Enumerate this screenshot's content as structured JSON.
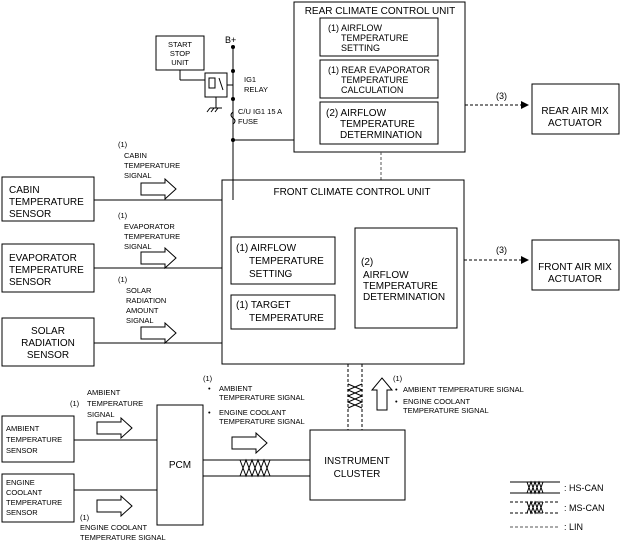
{
  "rear_unit": {
    "title": "REAR CLIMATE CONTROL UNIT",
    "box1": [
      "(1) AIRFLOW",
      "TEMPERATURE",
      "SETTING"
    ],
    "box2": [
      "(1) REAR EVAPORATOR",
      "TEMPERATURE",
      "CALCULATION"
    ],
    "box3": [
      "(2) AIRFLOW",
      "TEMPERATURE",
      "DETERMINATION"
    ]
  },
  "front_unit": {
    "title": "FRONT CLIMATE CONTROL UNIT",
    "box1": [
      "(1) AIRFLOW",
      "TEMPERATURE",
      "SETTING"
    ],
    "box2": [
      "(1) TARGET",
      "TEMPERATURE"
    ],
    "box3": [
      "(2)",
      "AIRFLOW",
      "TEMPERATURE",
      "DETERMINATION"
    ]
  },
  "power": {
    "start_stop": [
      "START",
      "STOP",
      "UNIT"
    ],
    "bplus": "B+",
    "relay": [
      "IG1",
      "RELAY"
    ],
    "fuse": [
      "C/U IG1 15 A",
      "FUSE"
    ]
  },
  "sensors": {
    "cabin": [
      "CABIN",
      "TEMPERATURE",
      "SENSOR"
    ],
    "evaporator": [
      "EVAPORATOR",
      "TEMPERATURE",
      "SENSOR"
    ],
    "solar": [
      "SOLAR",
      "RADIATION",
      "SENSOR"
    ],
    "ambient": [
      "AMBIENT",
      "TEMPERATURE",
      "SENSOR"
    ],
    "coolant": [
      "ENGINE",
      "COOLANT",
      "TEMPERATURE",
      "SENSOR"
    ]
  },
  "signals": {
    "cabin": [
      "(1)",
      "CABIN",
      "TEMPERATURE",
      "SIGNAL"
    ],
    "evaporator": [
      "(1)",
      "EVAPORATOR",
      "TEMPERATURE",
      "SIGNAL"
    ],
    "solar": [
      "(1)",
      "SOLAR",
      "RADIATION",
      "AMOUNT",
      "SIGNAL"
    ],
    "ambient": [
      "(1)",
      "AMBIENT",
      "TEMPERATURE",
      "SIGNAL"
    ],
    "coolant": [
      "(1)",
      "ENGINE COOLANT",
      "TEMPERATURE SIGNAL"
    ],
    "pcm_out": [
      "(1)",
      "AMBIENT",
      "TEMPERATURE SIGNAL",
      "ENGINE COOLANT",
      "TEMPERATURE SIGNAL"
    ],
    "cluster_out": [
      "(1)",
      "AMBIENT TEMPERATURE SIGNAL",
      "ENGINE COOLANT",
      "TEMPERATURE SIGNAL"
    ]
  },
  "modules": {
    "pcm": "PCM",
    "cluster": [
      "INSTRUMENT",
      "CLUSTER"
    ]
  },
  "actuators": {
    "rear": [
      "REAR AIR MIX",
      "ACTUATOR"
    ],
    "front": [
      "FRONT AIR MIX",
      "ACTUATOR"
    ],
    "rear_label": "(3)",
    "front_label": "(3)"
  },
  "legend": {
    "hs_can": ": HS-CAN",
    "ms_can": ": MS-CAN",
    "lin": ": LIN"
  }
}
